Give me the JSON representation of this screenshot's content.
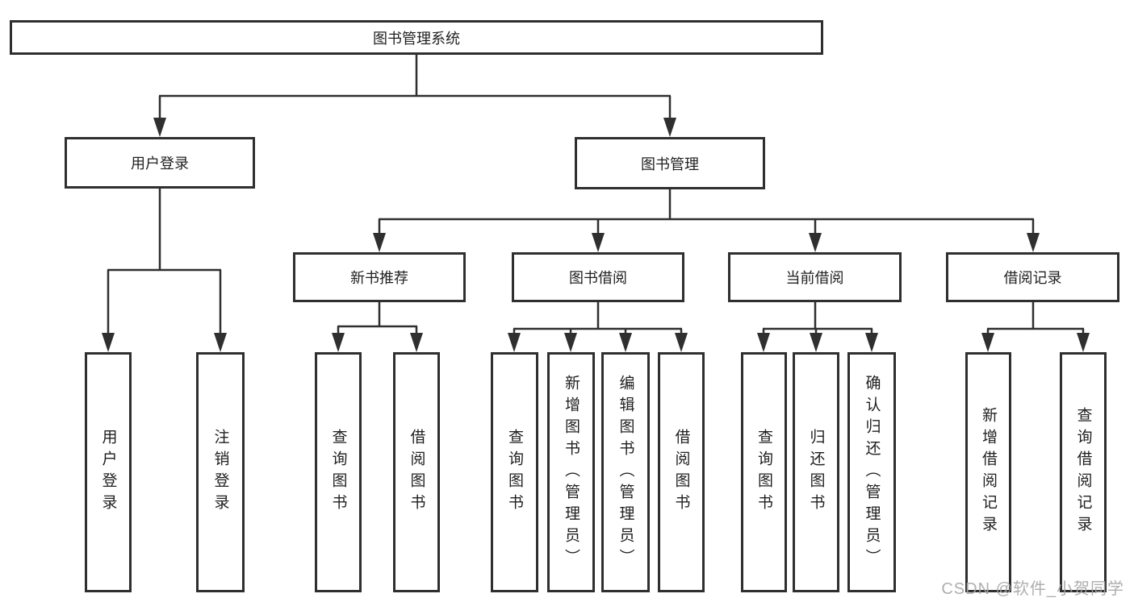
{
  "tree": {
    "root": "图书管理系统",
    "branches": [
      {
        "label": "用户登录",
        "leaves": [
          "用户登录",
          "注销登录"
        ]
      },
      {
        "label": "图书管理",
        "groups": [
          {
            "label": "新书推荐",
            "leaves": [
              "查询图书",
              "借阅图书"
            ]
          },
          {
            "label": "图书借阅",
            "leaves": [
              "查询图书",
              "新增图书（管理员）",
              "编辑图书（管理员）",
              "借阅图书"
            ]
          },
          {
            "label": "当前借阅",
            "leaves": [
              "查询图书",
              "归还图书",
              "确认归还（管理员）"
            ]
          },
          {
            "label": "借阅记录",
            "leaves": [
              "新增借阅记录",
              "查询借阅记录"
            ]
          }
        ]
      }
    ]
  },
  "watermark": "CSDN @软件_小贺同学",
  "colors": {
    "line": "#2f2f2f",
    "box_border": "#2f2f2f",
    "text": "#1f1f1f",
    "background": "#ffffff",
    "watermark": "#a5a5a5"
  }
}
